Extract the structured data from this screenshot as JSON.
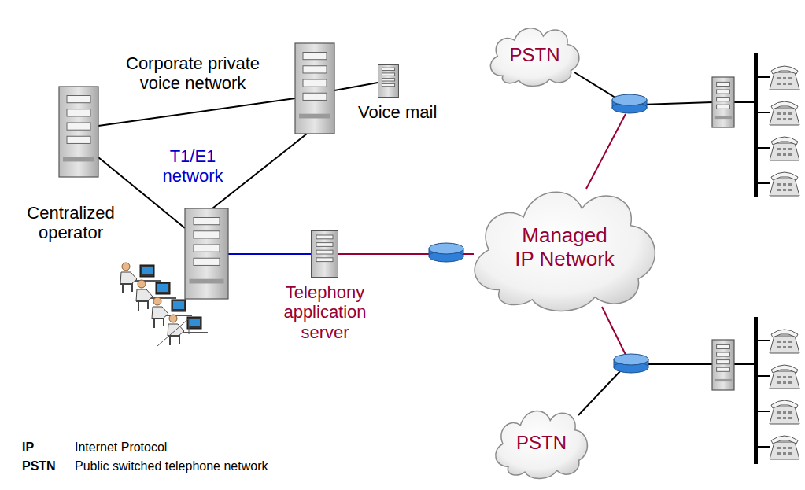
{
  "diagram": {
    "nodes": [
      {
        "text": [
          "Voice mail"
        ]
      },
      {
        "text": [
          "Telephony application server"
        ]
      },
      {
        "text": [
          "PSTN"
        ]
      },
      {
        "text": [
          "Managed IP Network"
        ]
      },
      {
        "text": [
          "PSTN"
        ]
      }
    ],
    "edges": [
      {
        "from": 1,
        "to": 3,
        "arrow": "none"
      }
    ],
    "labels": [
      "Corporate private voice network",
      "T1/E1 network",
      "Centralized operator",
      "IP",
      "Internet Protocol",
      "PSTN",
      "Public switched telephone network"
    ]
  }
}
